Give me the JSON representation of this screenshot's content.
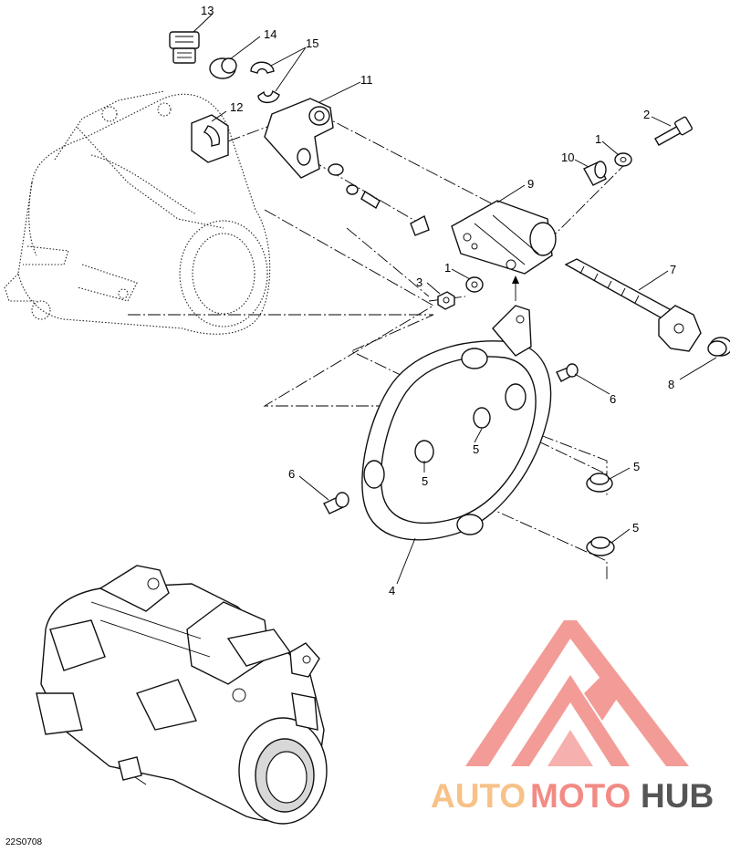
{
  "reference_code": "22S0708",
  "callouts": [
    {
      "id": "c13",
      "label": "13"
    },
    {
      "id": "c14",
      "label": "14"
    },
    {
      "id": "c15",
      "label": "15"
    },
    {
      "id": "c11",
      "label": "11"
    },
    {
      "id": "c12",
      "label": "12"
    },
    {
      "id": "c2",
      "label": "2"
    },
    {
      "id": "c1a",
      "label": "1"
    },
    {
      "id": "c10",
      "label": "10"
    },
    {
      "id": "c9",
      "label": "9"
    },
    {
      "id": "c1b",
      "label": "1"
    },
    {
      "id": "c3",
      "label": "3"
    },
    {
      "id": "c7",
      "label": "7"
    },
    {
      "id": "c8",
      "label": "8"
    },
    {
      "id": "c6a",
      "label": "6"
    },
    {
      "id": "c5a",
      "label": "5"
    },
    {
      "id": "c5b",
      "label": "5"
    },
    {
      "id": "c5c",
      "label": "5"
    },
    {
      "id": "c6b",
      "label": "6"
    },
    {
      "id": "c5d",
      "label": "5"
    },
    {
      "id": "c4",
      "label": "4"
    }
  ],
  "watermark": {
    "part1": "AUTO",
    "part2": "MOTO",
    "part3": "HUB",
    "color_light": "#f7c187",
    "color_mid": "#f28b85",
    "color_dark": "#555555"
  }
}
